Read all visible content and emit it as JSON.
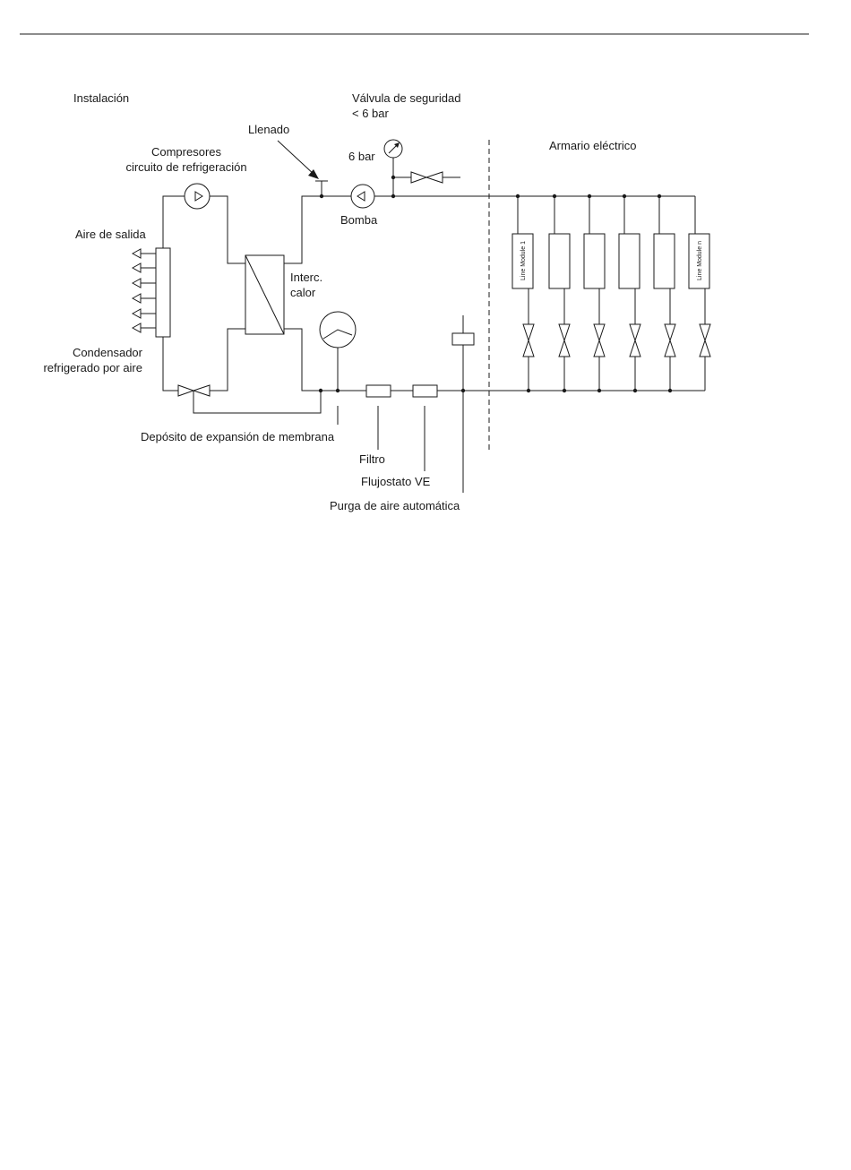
{
  "diagram": {
    "labels": {
      "installation": "Instalación",
      "safety_valve_1": "Válvula de seguridad",
      "safety_valve_2": "< 6 bar",
      "filling": "Llenado",
      "compressors_1": "Compresores",
      "compressors_2": "circuito de refrigeración",
      "pressure": "6 bar",
      "cabinet": "Armario eléctrico",
      "pump": "Bomba",
      "exhaust_air": "Aire de salida",
      "heat_exchanger_1": "Interc.",
      "heat_exchanger_2": "calor",
      "condenser_1": "Condensador",
      "condenser_2": "refrigerado por aire",
      "expansion_tank": "Depósito de expansión de membrana",
      "filter": "Filtro",
      "flow_switch": "Flujostato VE",
      "air_vent": "Purga de aire automática"
    },
    "line_modules": {
      "first": "Line Module 1",
      "last": "Line Module n"
    }
  }
}
